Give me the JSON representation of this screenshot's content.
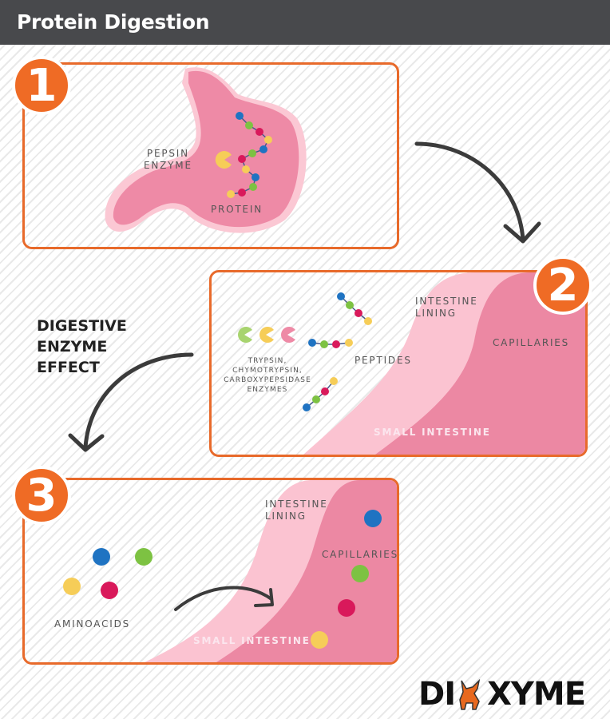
{
  "header": {
    "title": "Protein Digestion"
  },
  "colors": {
    "header_bg": "#48494c",
    "accent_orange": "#ef6b25",
    "stomach_pink": "#ee8aa6",
    "lining_pink": "#fbc3d1",
    "capillary_pink": "#ec88a3",
    "amino_blue": "#1f73c2",
    "amino_green": "#7dc242",
    "amino_red": "#d9195b",
    "amino_yellow": "#f6cd58",
    "arrow": "#3b3b3b"
  },
  "step1": {
    "number": "1",
    "enzyme_label": [
      "PEPSIN",
      "ENZYME"
    ],
    "protein_label": "PROTEIN"
  },
  "step2": {
    "number": "2",
    "enzymes_label": [
      "TRYPSIN,",
      "CHYMOTRYPSIN,",
      "CARBOXYPEPSIDASE",
      "ENZYMES"
    ],
    "peptides_label": "PEPTIDES",
    "lining_label": [
      "INTESTINE",
      "LINING"
    ],
    "capillaries_label": "CAPILLARIES",
    "intestine_label": "SMALL INTESTINE"
  },
  "side_note": {
    "lines": [
      "DIGESTIVE",
      "ENZYME",
      "EFFECT"
    ]
  },
  "step3": {
    "number": "3",
    "aminoacids_label": "AMINOACIDS",
    "lining_label": [
      "INTESTINE",
      "LINING"
    ],
    "capillaries_label": "CAPILLARIES",
    "intestine_label": "SMALL INTESTINE"
  },
  "logo": {
    "text_left": "DI",
    "text_right": "XYME"
  }
}
